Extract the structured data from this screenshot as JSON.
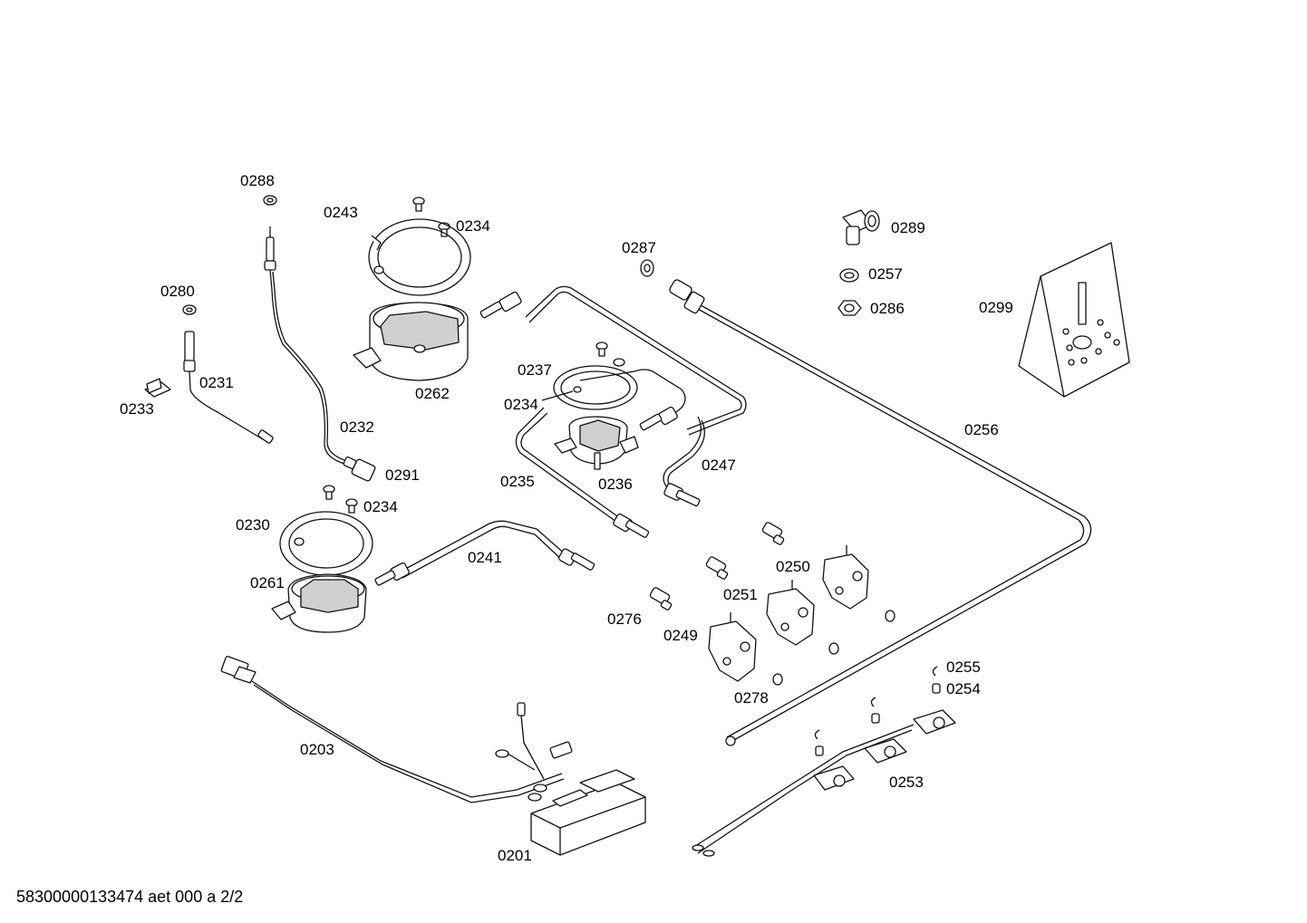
{
  "document_id": "58300000133474 aet 000 a 2/2",
  "labels": {
    "p0288": "0288",
    "p0243": "0243",
    "p0234a": "0234",
    "p0280": "0280",
    "p0231": "0231",
    "p0233": "0233",
    "p0262": "0262",
    "p0232": "0232",
    "p0287": "0287",
    "p0289": "0289",
    "p0257": "0257",
    "p0286": "0286",
    "p0299": "0299",
    "p0237": "0237",
    "p0234b": "0234",
    "p0256": "0256",
    "p0291": "0291",
    "p0236": "0236",
    "p0247": "0247",
    "p0235": "0235",
    "p0234c": "0234",
    "p0230": "0230",
    "p0241": "0241",
    "p0250": "0250",
    "p0261": "0261",
    "p0251": "0251",
    "p0276": "0276",
    "p0249": "0249",
    "p0255": "0255",
    "p0254": "0254",
    "p0278": "0278",
    "p0203": "0203",
    "p0253": "0253",
    "p0201": "0201"
  }
}
